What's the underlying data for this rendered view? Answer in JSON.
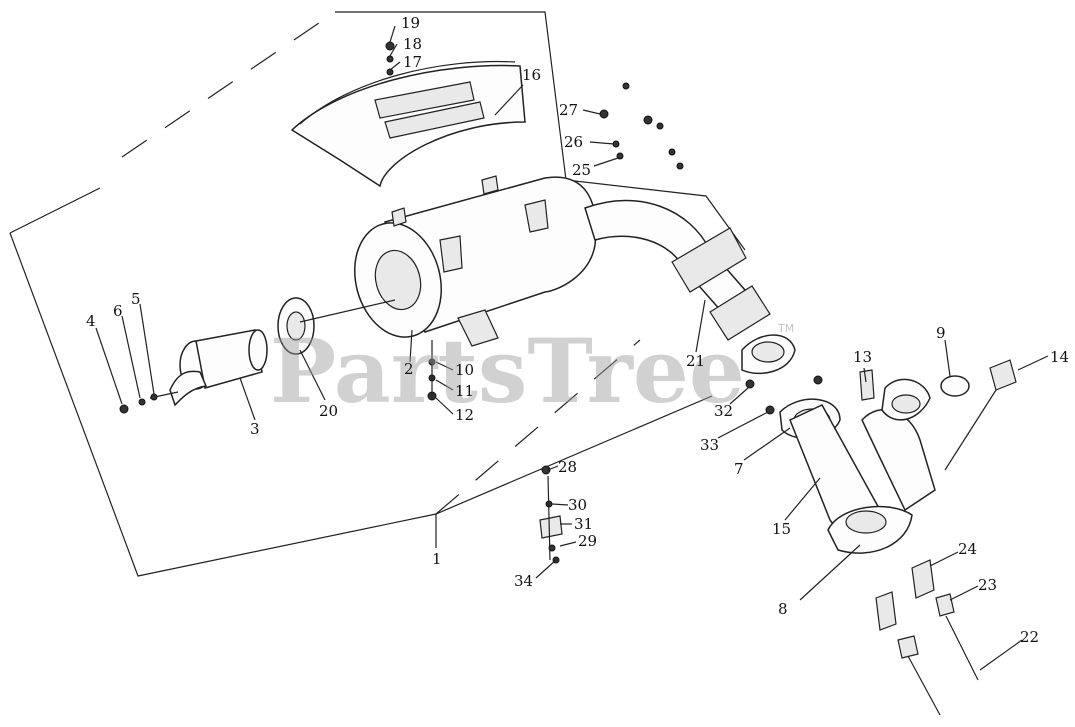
{
  "watermark": {
    "text": "PartsTree",
    "trademark": "TM"
  },
  "callouts": [
    {
      "id": "1",
      "label": "1"
    },
    {
      "id": "2",
      "label": "2"
    },
    {
      "id": "3",
      "label": "3"
    },
    {
      "id": "4",
      "label": "4"
    },
    {
      "id": "5",
      "label": "5"
    },
    {
      "id": "6",
      "label": "6"
    },
    {
      "id": "7",
      "label": "7"
    },
    {
      "id": "8",
      "label": "8"
    },
    {
      "id": "9",
      "label": "9"
    },
    {
      "id": "10",
      "label": "10"
    },
    {
      "id": "11",
      "label": "11"
    },
    {
      "id": "12",
      "label": "12"
    },
    {
      "id": "13",
      "label": "13"
    },
    {
      "id": "14",
      "label": "14"
    },
    {
      "id": "15",
      "label": "15"
    },
    {
      "id": "16",
      "label": "16"
    },
    {
      "id": "17",
      "label": "17"
    },
    {
      "id": "18",
      "label": "18"
    },
    {
      "id": "19",
      "label": "19"
    },
    {
      "id": "20",
      "label": "20"
    },
    {
      "id": "21",
      "label": "21"
    },
    {
      "id": "22",
      "label": "22"
    },
    {
      "id": "23",
      "label": "23"
    },
    {
      "id": "24",
      "label": "24"
    },
    {
      "id": "25",
      "label": "25"
    },
    {
      "id": "26",
      "label": "26"
    },
    {
      "id": "27",
      "label": "27"
    },
    {
      "id": "28",
      "label": "28"
    },
    {
      "id": "29",
      "label": "29"
    },
    {
      "id": "30",
      "label": "30"
    },
    {
      "id": "31",
      "label": "31"
    },
    {
      "id": "32",
      "label": "32"
    },
    {
      "id": "33",
      "label": "33"
    },
    {
      "id": "34",
      "label": "34"
    }
  ]
}
